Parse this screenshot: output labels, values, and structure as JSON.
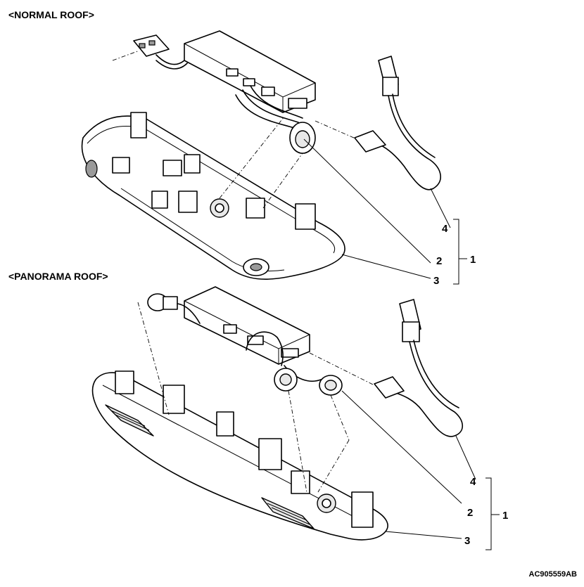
{
  "headings": {
    "normal_roof": "<NORMAL ROOF>",
    "panorama_roof": "<PANORAMA ROOF>"
  },
  "callouts": {
    "normal": {
      "c1": "1",
      "c2": "2",
      "c3": "3",
      "c4": "4"
    },
    "panorama": {
      "c1": "1",
      "c2": "2",
      "c3": "3",
      "c4": "4"
    }
  },
  "figure_code": "AC905559AB"
}
